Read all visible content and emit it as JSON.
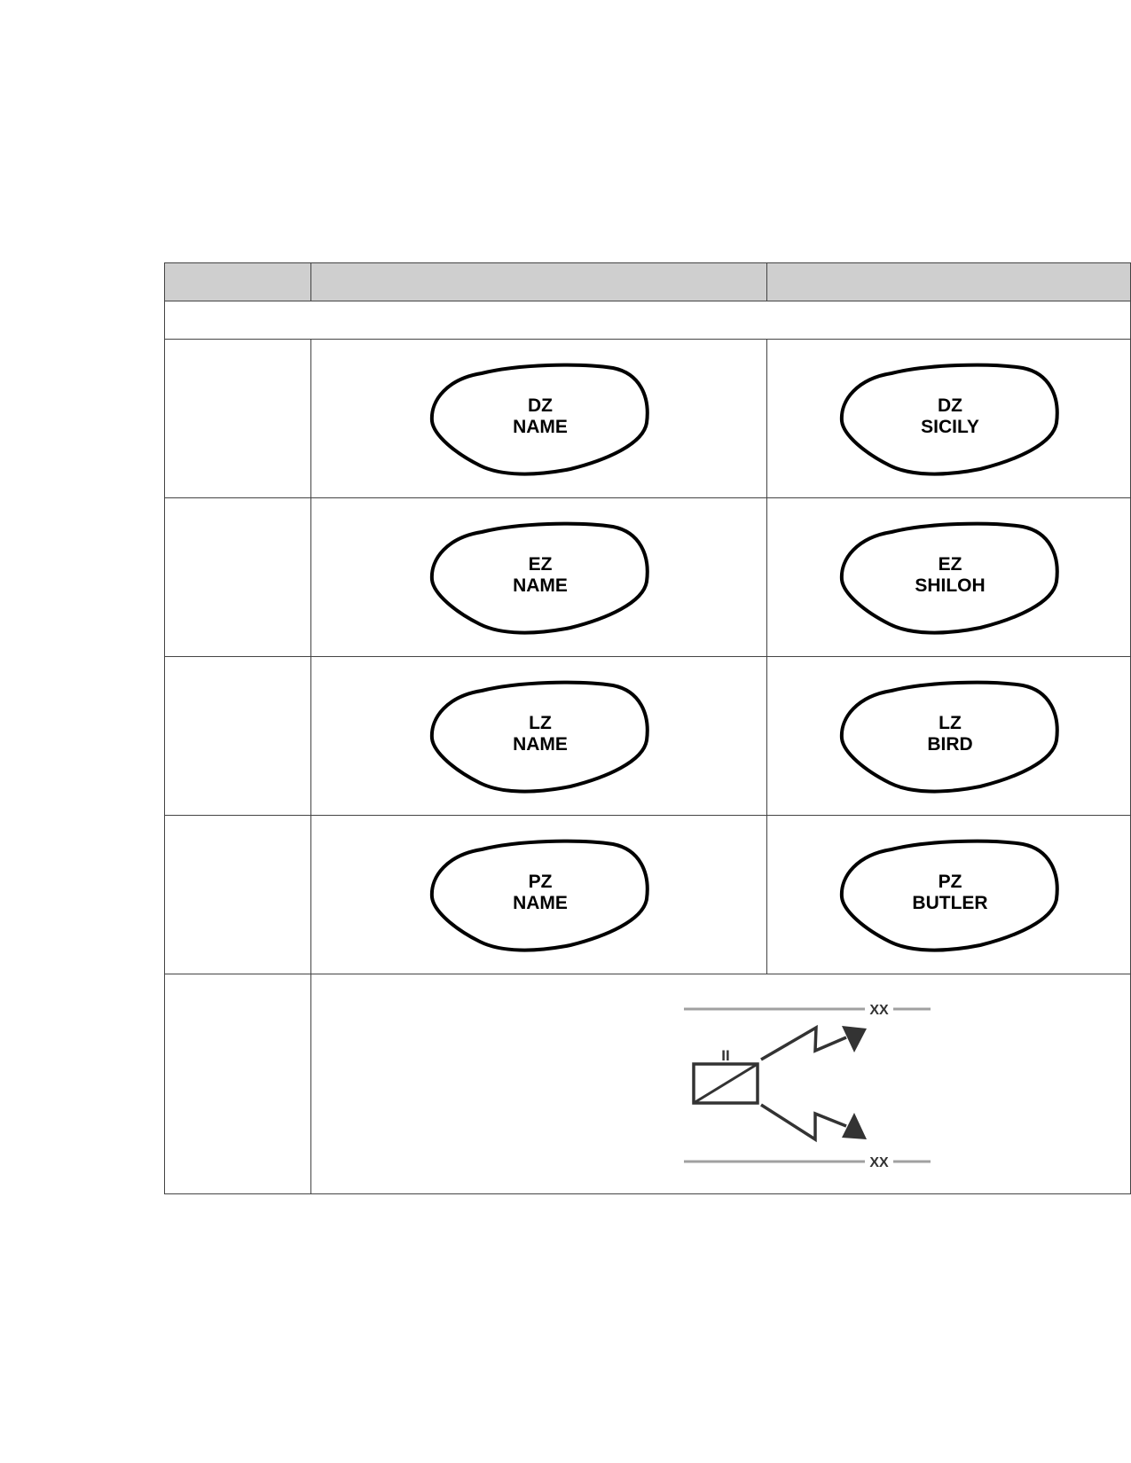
{
  "table": {
    "header": [
      "",
      "",
      ""
    ],
    "section_label": "",
    "rows": [
      {
        "label": "",
        "symbol": {
          "line1": "DZ",
          "line2": "NAME"
        },
        "example": {
          "line1": "DZ",
          "line2": "SICILY"
        }
      },
      {
        "label": "",
        "symbol": {
          "line1": "EZ",
          "line2": "NAME"
        },
        "example": {
          "line1": "EZ",
          "line2": "SHILOH"
        }
      },
      {
        "label": "",
        "symbol": {
          "line1": "LZ",
          "line2": "NAME"
        },
        "example": {
          "line1": "LZ",
          "line2": "BIRD"
        }
      },
      {
        "label": "",
        "symbol": {
          "line1": "PZ",
          "line2": "NAME"
        },
        "example": {
          "line1": "PZ",
          "line2": "BUTLER"
        }
      }
    ],
    "diagram_row": {
      "label": "",
      "top_boundary_label": "XX",
      "bottom_boundary_label": "XX",
      "echelon_marker": "II"
    }
  },
  "colors": {
    "header_fill": "#cfcfcf",
    "border": "#444444",
    "boundary_line": "#a0a0a0",
    "symbol_stroke": "#333333"
  }
}
